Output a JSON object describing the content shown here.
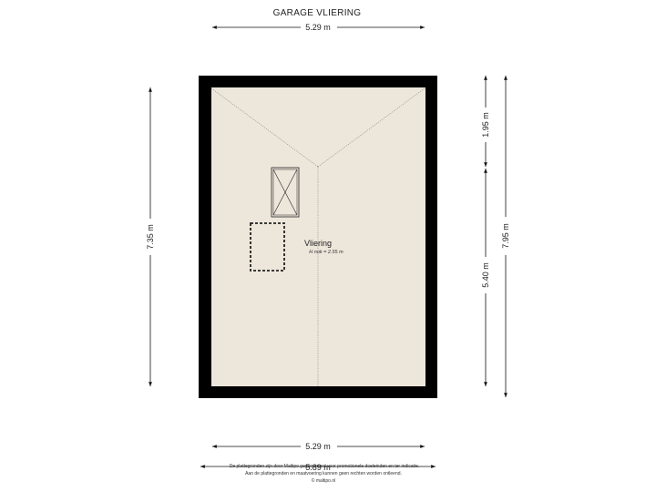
{
  "title": "GARAGE VLIERING",
  "room": {
    "name": "Vliering",
    "sub": "H nok = 2.55 m"
  },
  "dimensions": {
    "top": "5.29 m",
    "bottom": "5.29 m",
    "bottom_overlap": "5.89 m",
    "left": "7.35 m",
    "right_upper": "1.95 m",
    "right_lower": "5.40 m",
    "right_total": "7.95 m"
  },
  "footer": {
    "line1": "De plattegronden zijn door Maltipo gegenereerd voor promotionele doeleinden en ter indicatie.",
    "line2": "Aan de plattegronden en maatvoering kunnen geen rechten worden ontleend.",
    "line3": "© maltipo.nl"
  },
  "colors": {
    "wall": "#000000",
    "floor": "#ede6db",
    "line": "#111111"
  }
}
